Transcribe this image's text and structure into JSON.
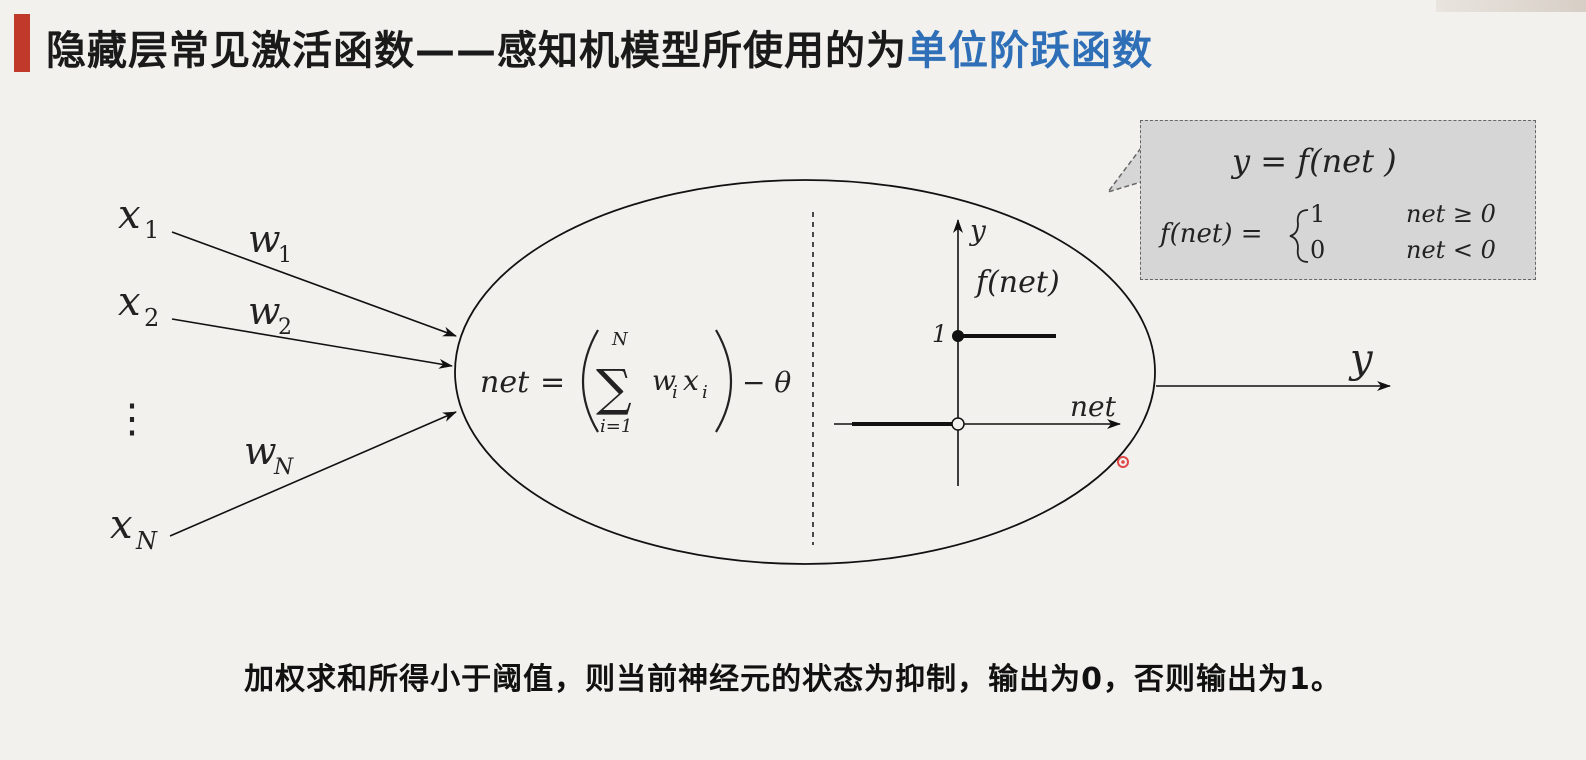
{
  "slide": {
    "title_main": "隐藏层常见激活函数——感知机模型所使用的为",
    "title_highlight": "单位阶跃函数",
    "caption": "加权求和所得小于阈值，则当前神经元的状态为抑制，输出为0，否则输出为1。"
  },
  "inputs": [
    {
      "x": "x",
      "sub": "1",
      "w": "w",
      "wsub": "1"
    },
    {
      "x": "x",
      "sub": "2",
      "w": "w",
      "wsub": "2"
    },
    {
      "x": "x",
      "sub": "N",
      "w": "w",
      "wsub": "N"
    }
  ],
  "ellipsis": "⋮",
  "neuron": {
    "net_lhs": "net",
    "equals": "=",
    "sum_upper": "N",
    "sum_lower": "i=1",
    "sigma": "∑",
    "term_w": "w",
    "term_i1": "i",
    "term_x": "x",
    "term_i2": "i",
    "minus_theta": "− θ"
  },
  "step_plot": {
    "y_label": "y",
    "x_label": "net",
    "f_label": "f(net)",
    "one_label": "1"
  },
  "output": {
    "label": "y"
  },
  "callout": {
    "eq1": "y = f(net )",
    "f_lhs": "f(net) =",
    "case1_val": "1",
    "case1_cond": "net ≥ 0",
    "case2_val": "0",
    "case2_cond": "net < 0"
  },
  "colors": {
    "title_highlight": "#2e6fb7",
    "title_bar": "#c0392b",
    "callout_bg": "#d6d6d6"
  }
}
